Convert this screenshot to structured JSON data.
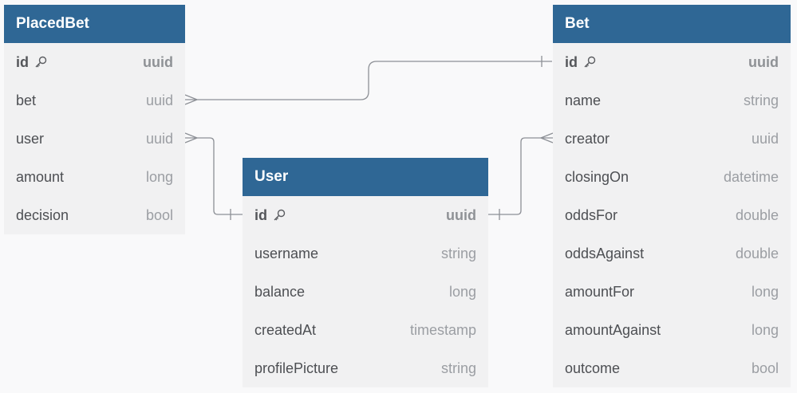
{
  "tables": {
    "placedbet": {
      "title": "PlacedBet",
      "rows": [
        {
          "name": "id",
          "type": "uuid"
        },
        {
          "name": "bet",
          "type": "uuid"
        },
        {
          "name": "user",
          "type": "uuid"
        },
        {
          "name": "amount",
          "type": "long"
        },
        {
          "name": "decision",
          "type": "bool"
        }
      ]
    },
    "user": {
      "title": "User",
      "rows": [
        {
          "name": "id",
          "type": "uuid"
        },
        {
          "name": "username",
          "type": "string"
        },
        {
          "name": "balance",
          "type": "long"
        },
        {
          "name": "createdAt",
          "type": "timestamp"
        },
        {
          "name": "profilePicture",
          "type": "string"
        }
      ]
    },
    "bet": {
      "title": "Bet",
      "rows": [
        {
          "name": "id",
          "type": "uuid"
        },
        {
          "name": "name",
          "type": "string"
        },
        {
          "name": "creator",
          "type": "uuid"
        },
        {
          "name": "closingOn",
          "type": "datetime"
        },
        {
          "name": "oddsFor",
          "type": "double"
        },
        {
          "name": "oddsAgainst",
          "type": "double"
        },
        {
          "name": "amountFor",
          "type": "long"
        },
        {
          "name": "amountAgainst",
          "type": "long"
        },
        {
          "name": "outcome",
          "type": "bool"
        }
      ]
    }
  },
  "colors": {
    "header_bg": "#2f6795",
    "header_text": "#ffffff",
    "table_bg": "#f1f1f2",
    "connector": "#8d9096"
  },
  "icons": {
    "primary_key": "key-icon"
  }
}
